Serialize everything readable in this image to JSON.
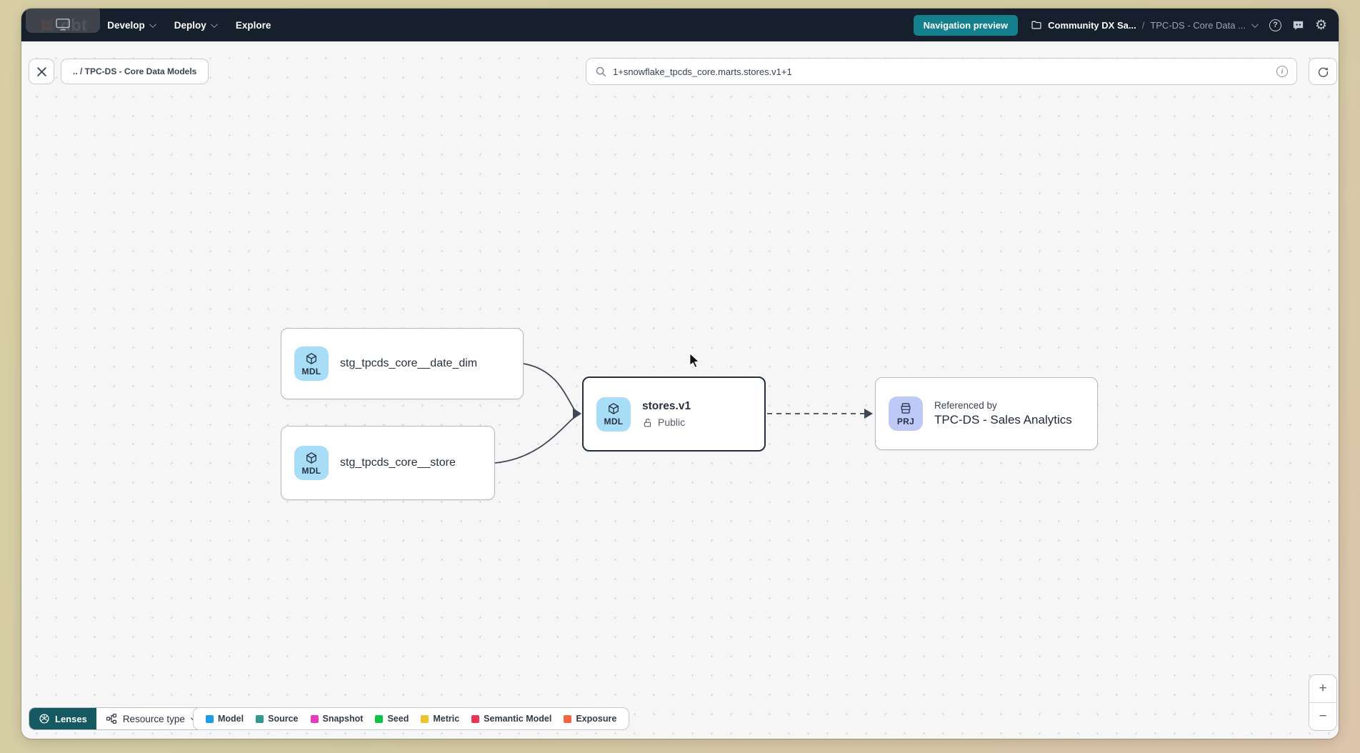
{
  "navbar": {
    "logo_text": "dbt",
    "links": [
      {
        "label": "Develop"
      },
      {
        "label": "Deploy"
      },
      {
        "label": "Explore"
      }
    ],
    "preview_button_label": "Navigation preview",
    "breadcrumb": {
      "project": "Community DX Sa...",
      "separator": "/",
      "current": "TPC-DS - Core Data ..."
    },
    "colors": {
      "bg": "#161f2c",
      "accent": "#ff4f1f",
      "preview_bg": "#15808d"
    }
  },
  "toolbar": {
    "path_chip": ".. / TPC-DS - Core Data Models",
    "search_value": "1+snowflake_tpcds_core.marts.stores.v1+1"
  },
  "graph": {
    "badge_colors": {
      "mdl": "#a8ddf8",
      "prj": "#bfc9f7"
    },
    "nodes": [
      {
        "badge": "MDL",
        "title": "stg_tpcds_core__date_dim"
      },
      {
        "badge": "MDL",
        "title": "stg_tpcds_core__store"
      },
      {
        "badge": "MDL",
        "title": "stores.v1",
        "access": "Public",
        "selected": true
      },
      {
        "badge": "PRJ",
        "kicker": "Referenced by",
        "title": "TPC-DS - Sales Analytics"
      }
    ]
  },
  "footer": {
    "lenses_label": "Lenses",
    "lenses_bg": "#155a63",
    "resource_type_label": "Resource type",
    "legend": [
      {
        "label": "Model",
        "color": "#1e9ce8"
      },
      {
        "label": "Source",
        "color": "#2f9890"
      },
      {
        "label": "Snapshot",
        "color": "#e63bbd"
      },
      {
        "label": "Seed",
        "color": "#12c33f"
      },
      {
        "label": "Metric",
        "color": "#efc12c"
      },
      {
        "label": "Semantic Model",
        "color": "#ec3456"
      },
      {
        "label": "Exposure",
        "color": "#f2653f"
      }
    ]
  },
  "zoom_controls": {
    "zoom_in": "+",
    "zoom_out": "−"
  }
}
